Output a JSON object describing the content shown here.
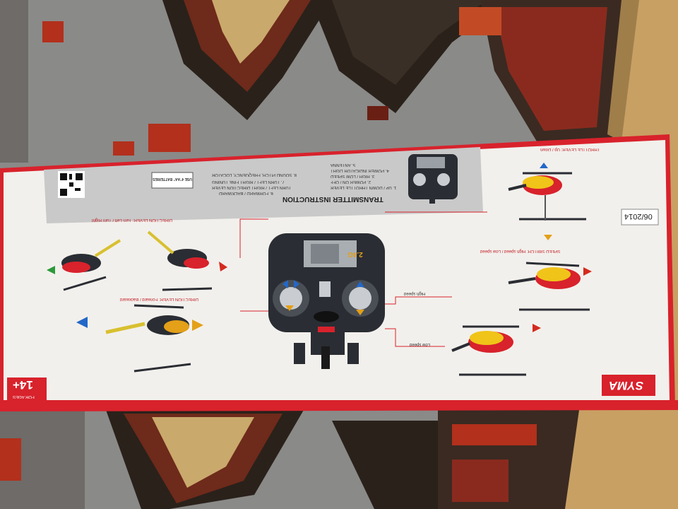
{
  "box": {
    "brand": "SYMA",
    "date_code": "06/2014",
    "age_label": "FOR AGES",
    "age_value": "14+",
    "battery_label": "USE 4\"AA\" BATTERIES",
    "colors": {
      "box_red": "#d8222c",
      "box_white": "#f2f0ec",
      "panel_gray": "#c9c9c9",
      "rug_gray": "#8a8a88",
      "rug_red": "#b2301c",
      "floor_wood": "#c8a063",
      "transmitter_dark": "#2a2d33",
      "arrow_blue": "#2268c8",
      "arrow_orange": "#e3a018",
      "arrow_red": "#d42a1e",
      "arrow_green": "#2a9a3a"
    }
  },
  "transmitter_instruction": {
    "title": "TRANSMITTER INSTRUCTION",
    "items": [
      "1. UP / DOWN THROTTLE LEVER",
      "2. POWER ON / OFF",
      "3. HIGH / LOW SPEED",
      "4. POWER INDICATOR LIGHT",
      "5. ANTENNA",
      "6. FORWARD / BACKWARD",
      "7. TURN LEFT / RIGHT FINE TUNING",
      "8. SOUND PITCH, FREQUENCY, LOCATOR",
      "TURN LEFT / RIGHT DIRECTION LEVER"
    ]
  },
  "labels": {
    "throttle_lever": "THROTTLE LEVER: Up / Down",
    "speed_switch": "SPEED SWITCH: High speed / Low speed",
    "high_speed": "High speed",
    "low_speed": "Low speed",
    "direction_lever_turn": "DIRECTION LEVER: Turn Left / Turn Right",
    "direction_lever_fb": "DIRECTION LEVER: Forward / Backward",
    "frequency": "2.4G"
  },
  "icons": [
    "qr-code-icon",
    "battery-icon",
    "helicopter-icon",
    "transmitter-icon",
    "arrow-icon"
  ]
}
